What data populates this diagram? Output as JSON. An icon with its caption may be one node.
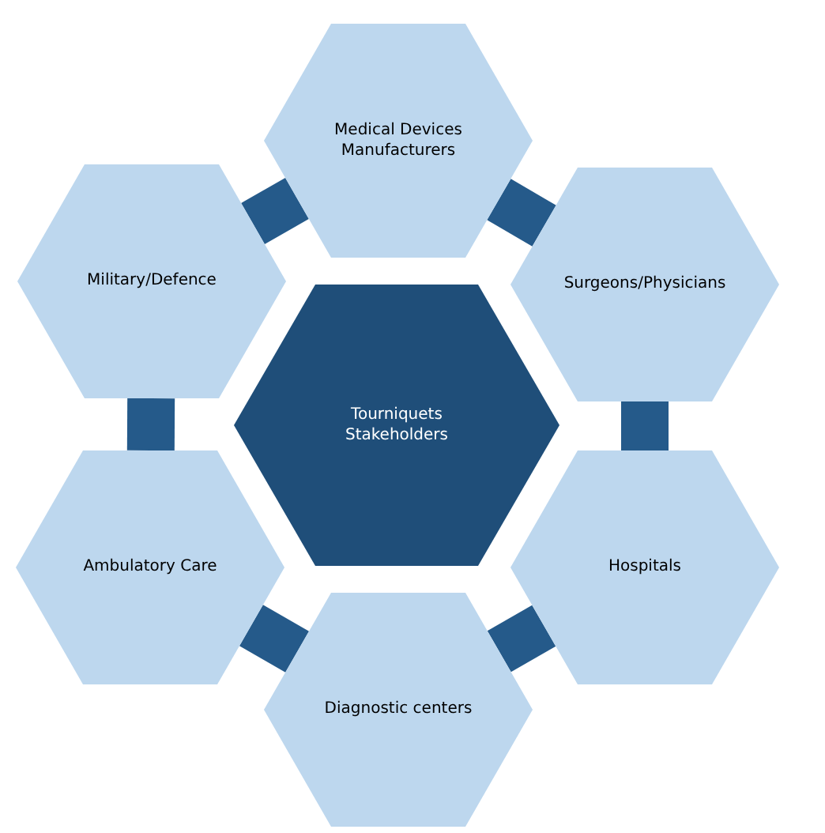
{
  "diagram": {
    "nodes": [
      {
        "text": [
          "Tourniquets Stakeholders"
        ]
      },
      {
        "text": [
          "Medical Devices Manufacturers"
        ]
      },
      {
        "text": [
          "Surgeons/Physicians"
        ]
      },
      {
        "text": [
          "Hospitals"
        ]
      },
      {
        "text": [
          "Diagnostic centers"
        ]
      },
      {
        "text": [
          "Ambulatory Care"
        ]
      },
      {
        "text": [
          "Military/Defence"
        ]
      }
    ],
    "edges": [
      {
        "from": 1,
        "to": 2,
        "arrow": "none"
      },
      {
        "from": 2,
        "to": 3,
        "arrow": "none"
      },
      {
        "from": 3,
        "to": 4,
        "arrow": "none"
      },
      {
        "from": 4,
        "to": 5,
        "arrow": "none"
      },
      {
        "from": 5,
        "to": 6,
        "arrow": "none"
      },
      {
        "from": 6,
        "to": 1,
        "arrow": "none"
      }
    ]
  }
}
